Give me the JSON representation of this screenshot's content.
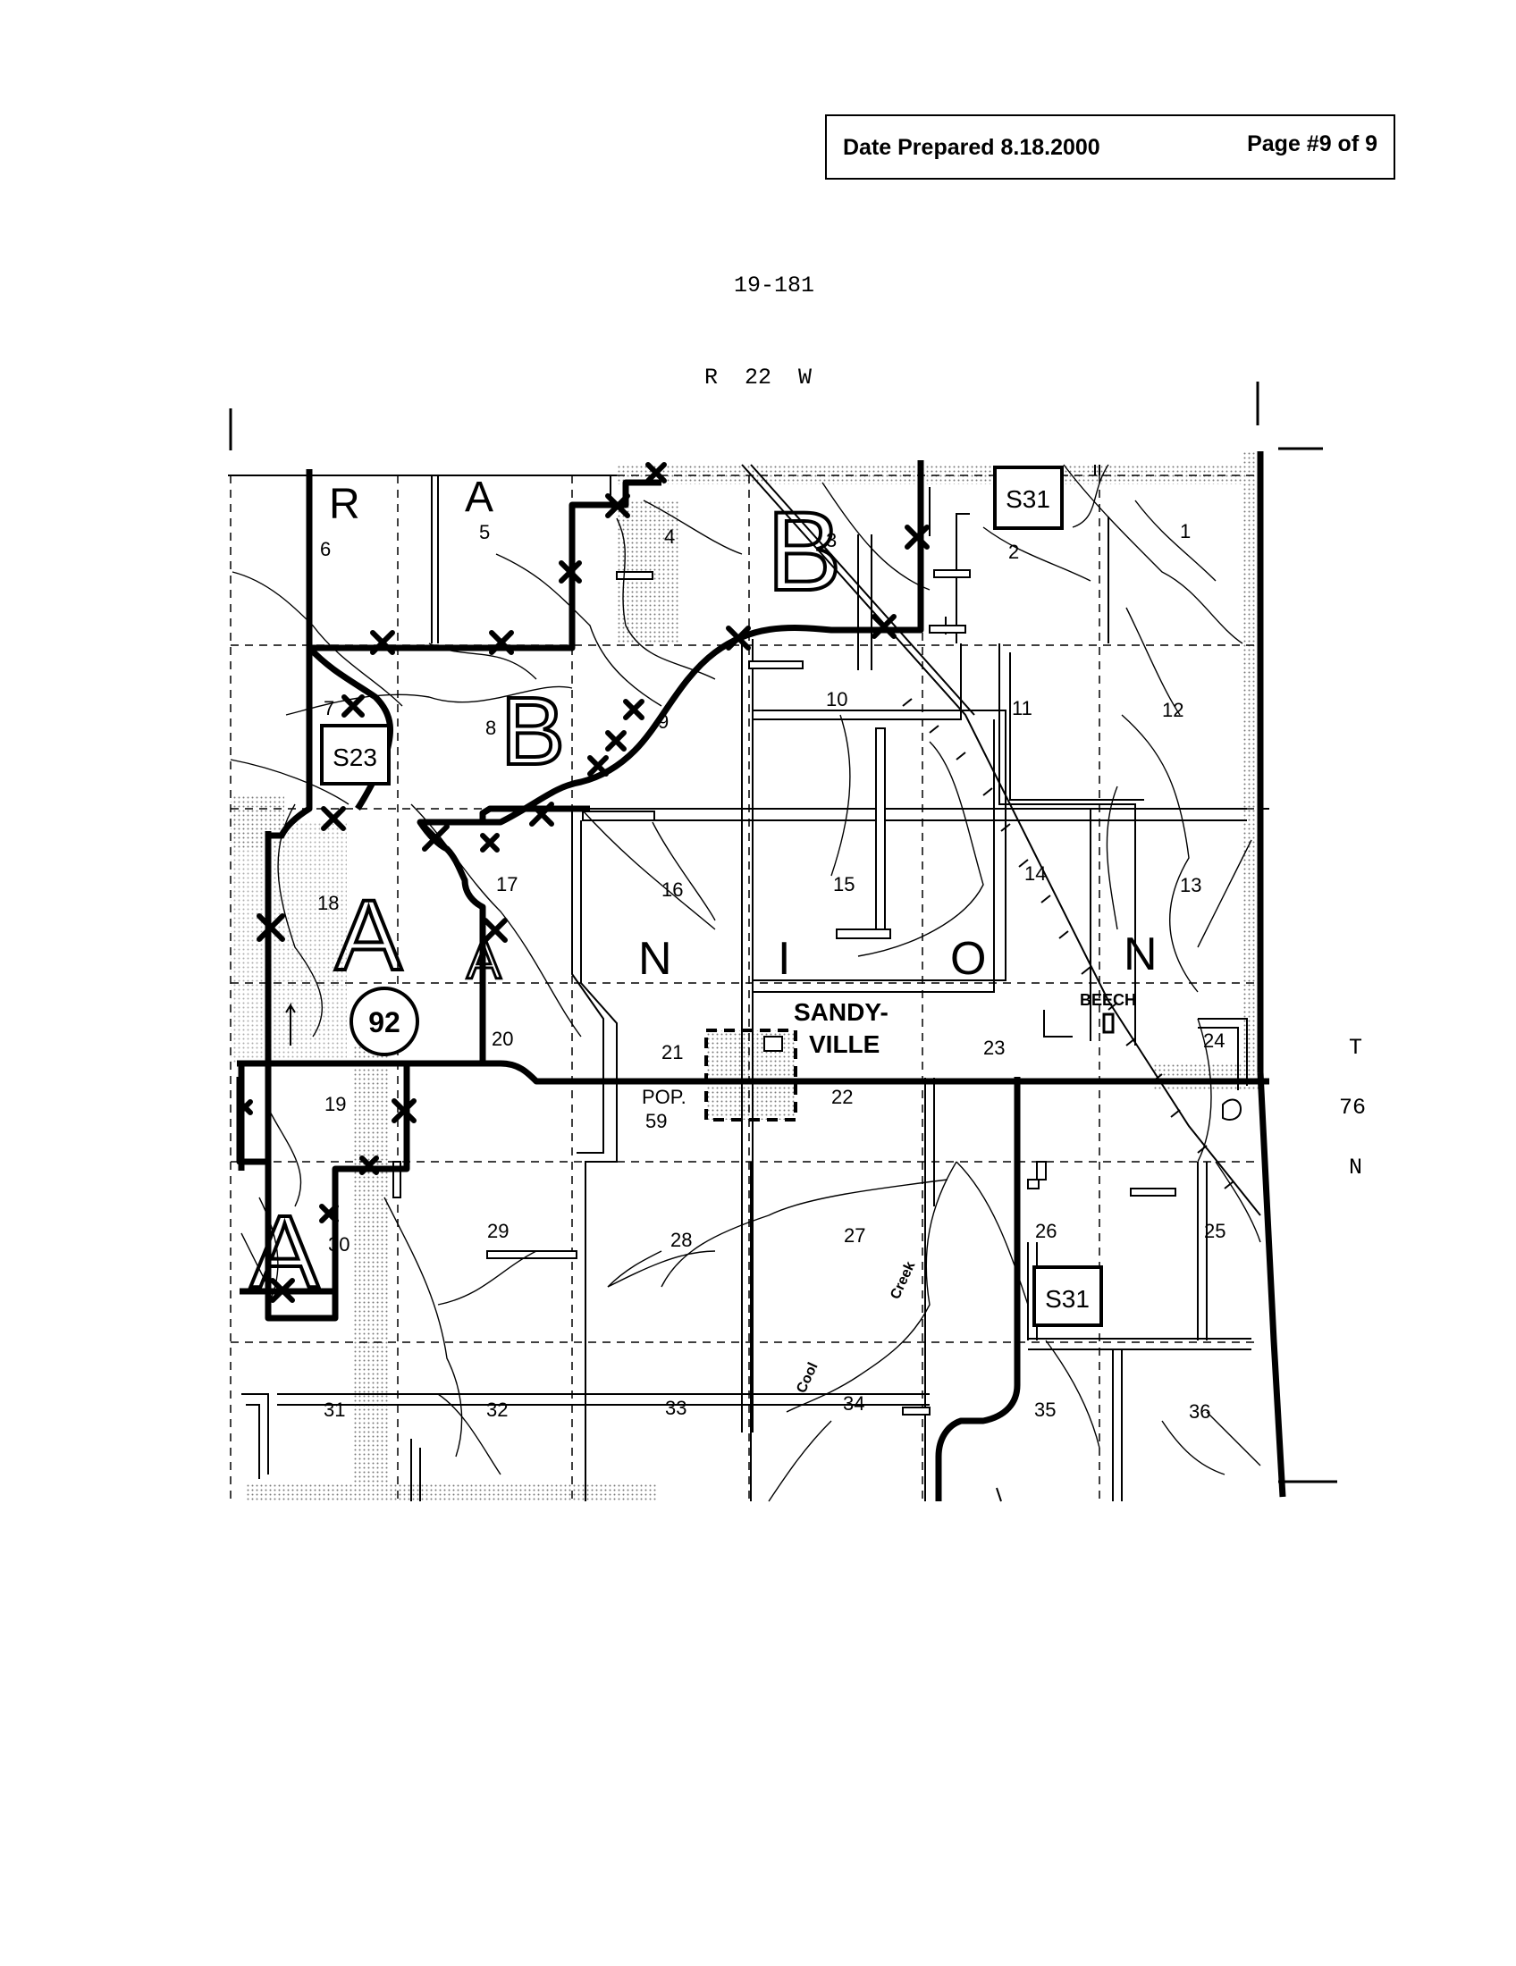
{
  "header": {
    "date_prepared": "Date Prepared 8.18.2000",
    "page": "Page #9 of 9"
  },
  "map_id": "19-181",
  "range_label": "R  22  W",
  "township": {
    "t": "T",
    "num": "76",
    "n": "N"
  },
  "township_name_letters": [
    "R",
    "A",
    "B",
    "B",
    "A",
    "A",
    "A",
    "N",
    "I",
    "O",
    "N"
  ],
  "sections": [
    "1",
    "2",
    "3",
    "4",
    "5",
    "6",
    "7",
    "8",
    "9",
    "10",
    "11",
    "12",
    "13",
    "14",
    "15",
    "16",
    "17",
    "18",
    "19",
    "20",
    "21",
    "22",
    "23",
    "24",
    "25",
    "26",
    "27",
    "28",
    "29",
    "30",
    "31",
    "32",
    "33",
    "34",
    "35",
    "36"
  ],
  "road_shields": [
    "S31",
    "S23",
    "S31"
  ],
  "highway_marker": "92",
  "places": {
    "sandyville_line1": "SANDY-",
    "sandyville_line2": "VILLE",
    "pop_label": "POP.",
    "pop_value": "59",
    "beech": "BEECH",
    "creek": "Creek",
    "cool": "Cool"
  }
}
